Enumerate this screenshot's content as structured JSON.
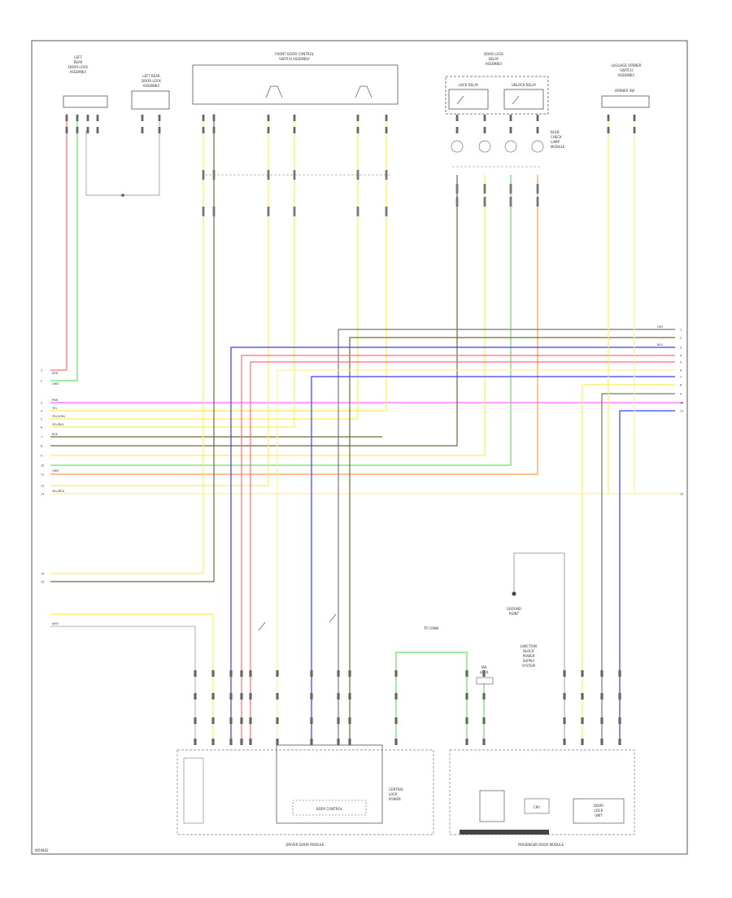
{
  "figure_id": "W50802",
  "components": {
    "lh_door_lock": [
      "LEFT",
      "REAR",
      "DOOR LOCK",
      "ASSEMBLY"
    ],
    "lh_rear_door": [
      "LEFT REAR",
      "DOOR LOCK",
      "ASSEMBLY"
    ],
    "front_door_control": [
      "FRONT DOOR CONTROL",
      "SWITCH ASSEMBLY"
    ],
    "door_lock_relay": [
      "DOOR LOCK",
      "RELAY",
      "ASSEMBLY"
    ],
    "lock_relay": "LOCK RELAY",
    "unlock_relay": "UNLOCK RELAY",
    "lamp_note": [
      "BULB",
      "CHECK",
      "LAMP",
      "MODULE"
    ],
    "luggage_opener": [
      "LUGGAGE OPENER",
      "SWITCH",
      "ASSEMBLY"
    ],
    "opener_sw": "OPENER SW",
    "ground": [
      "GROUND",
      "POINT"
    ],
    "module_note": [
      "JUNCTION",
      "BLOCK",
      "POWER",
      "SUPPLY",
      "SYSTEM"
    ],
    "tp_link": "TP CONN",
    "sw_group": [
      "SW",
      "LOCK"
    ],
    "bcm": "BODY CONTROL",
    "bcm_power": [
      "CENTRAL",
      "LOCK",
      "POWER"
    ],
    "cpu_right": "CPU",
    "lh_module": "DRIVER DOOR MODULE",
    "rh_module": "PASSENGER DOOR MODULE",
    "mid_box": [
      "DOOR",
      "LOCK",
      "UNIT"
    ]
  },
  "wire_labels": {
    "red": "RED",
    "grn": "GRN",
    "pnk": "PNK",
    "yel": "YEL",
    "yel_blk": "YEL/BLK",
    "blk": "BLK",
    "gry": "GRY",
    "blu": "BLU",
    "orn": "ORN",
    "wht": "WHT",
    "yel_grn": "YEL/GRN",
    "yel_red": "YEL/RED"
  },
  "left_terms": [
    "1",
    "2",
    "3",
    "4",
    "5",
    "6",
    "7",
    "8",
    "9",
    "10",
    "11",
    "12",
    "13",
    "14",
    "15"
  ],
  "right_terms": [
    "1",
    "2",
    "3",
    "4",
    "5",
    "6",
    "7",
    "8",
    "9",
    "10",
    "11",
    "12"
  ],
  "colors": {
    "red": "#ff6b7a",
    "green": "#66e066",
    "yellow": "#ffee55",
    "olive": "#6b6b3a",
    "gray": "#777777",
    "blue": "#3a3aff",
    "magenta": "#ff66ff",
    "orange": "#ff9a4a",
    "lightyellow": "#ffef9a"
  }
}
